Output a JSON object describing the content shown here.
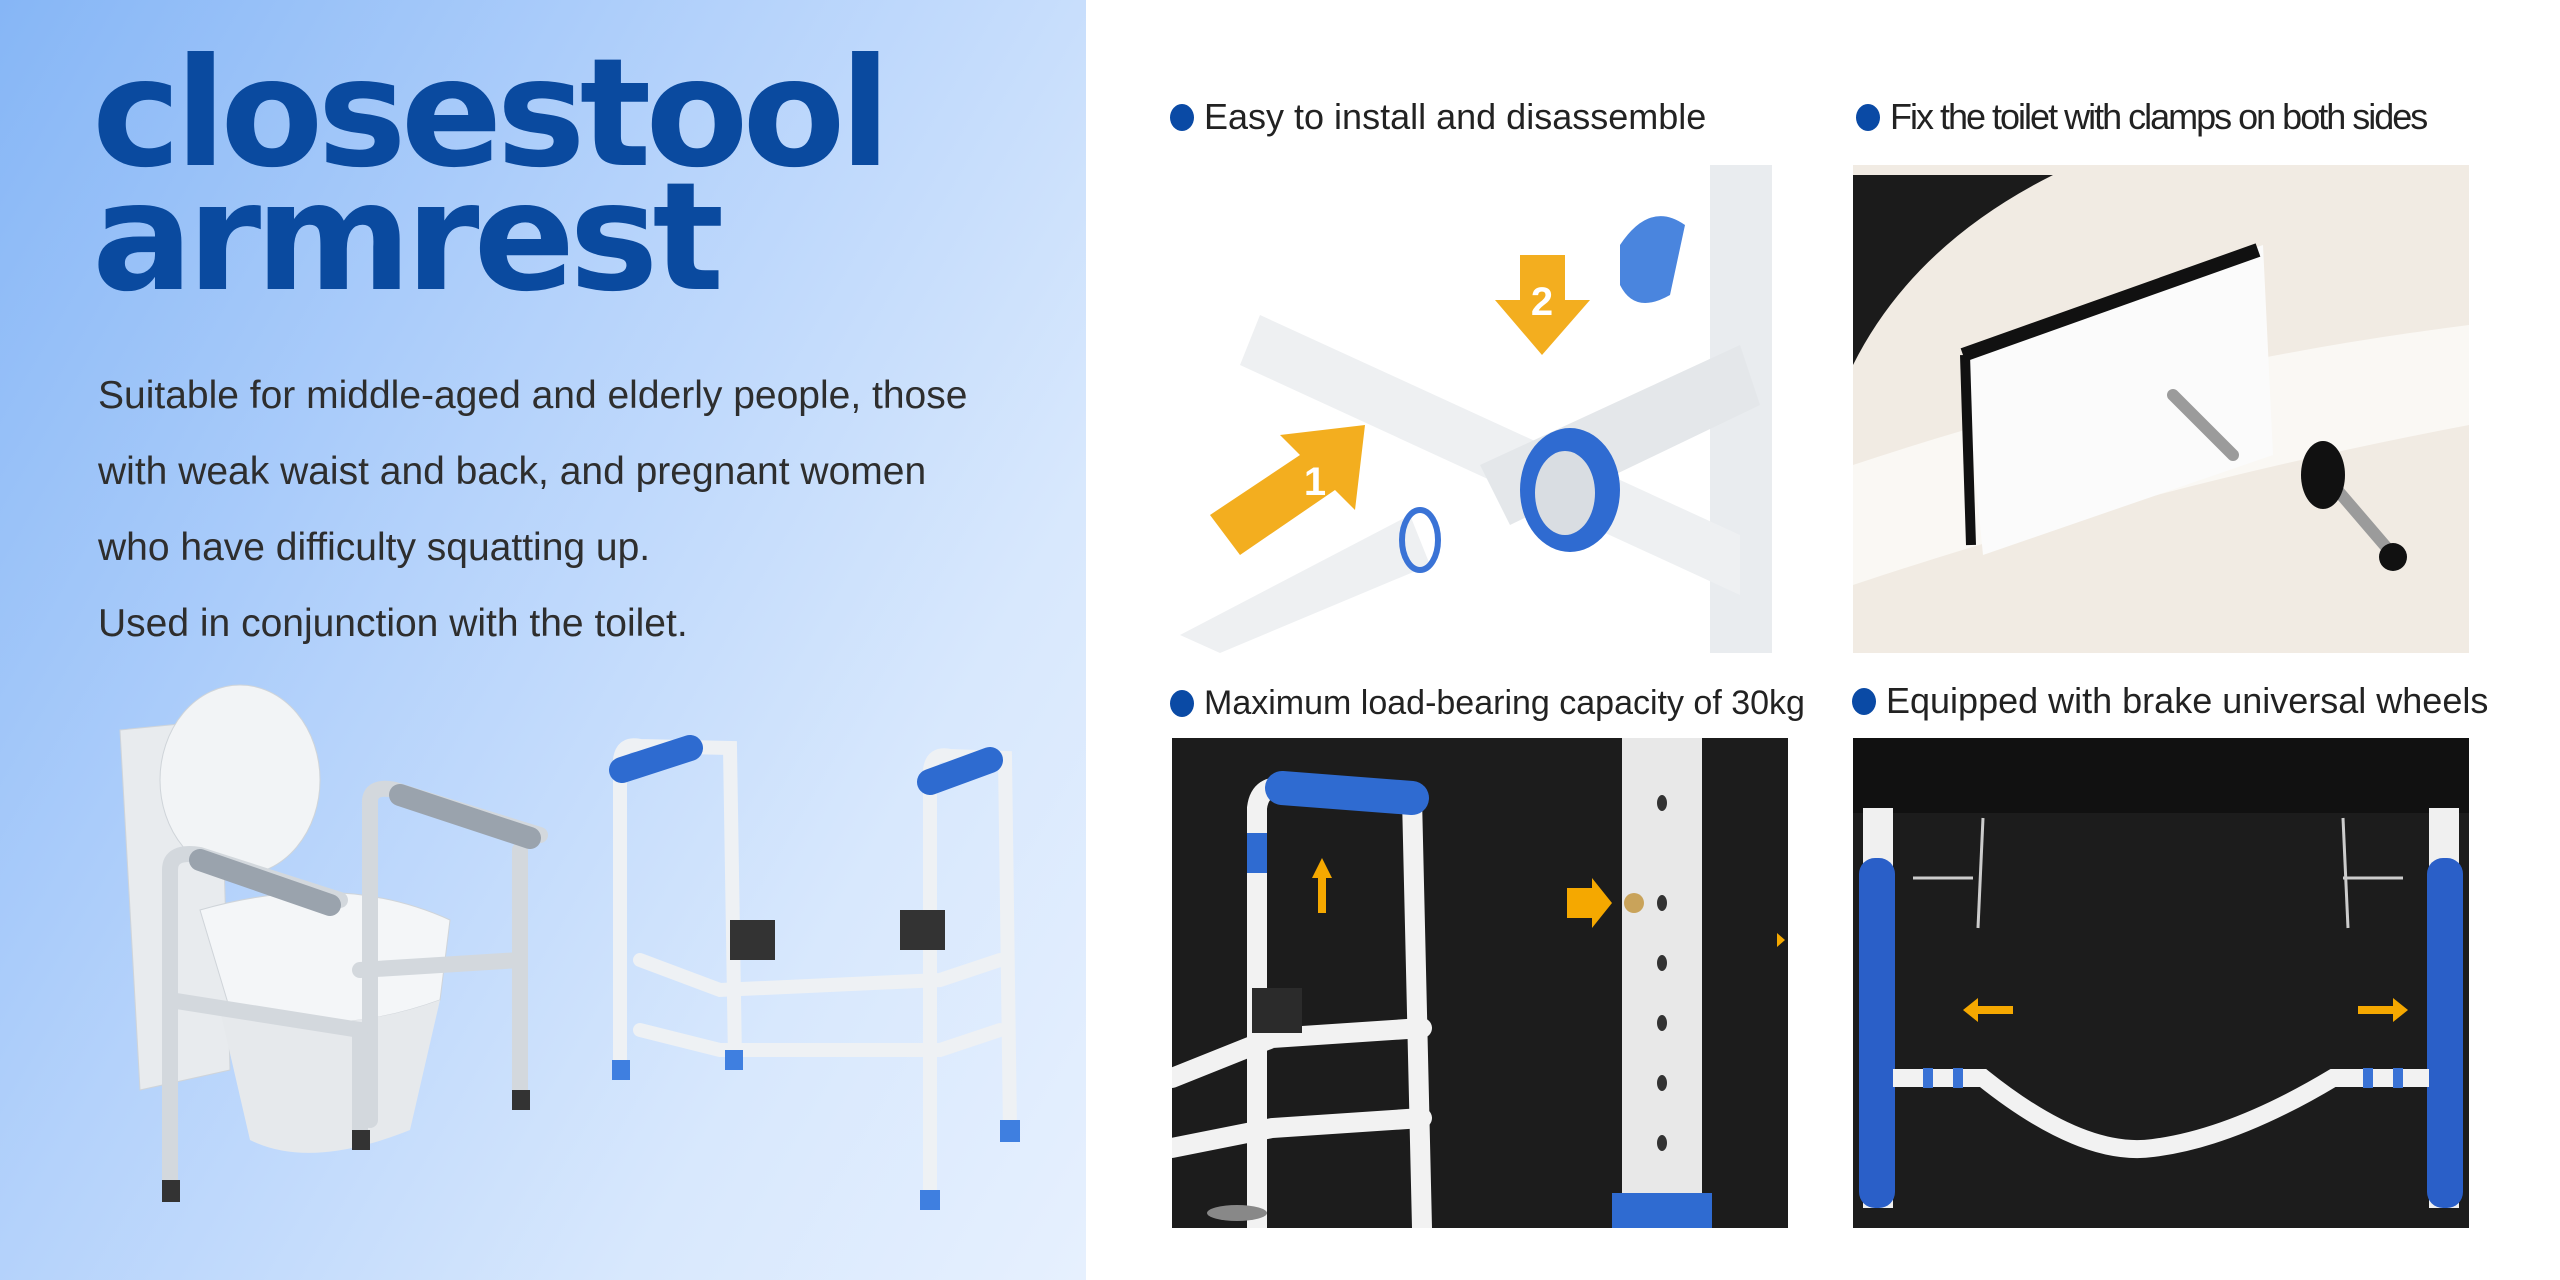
{
  "hero": {
    "title_line1": "closestool",
    "title_line2": "armrest",
    "description": [
      "Suitable for middle-aged and elderly people, those",
      "with weak waist and back, and pregnant women",
      "who have difficulty squatting up.",
      "Used in conjunction with the toilet."
    ]
  },
  "features": [
    {
      "label": "Easy to install and disassemble",
      "steps": [
        "1",
        "2"
      ]
    },
    {
      "label": "Fix the toilet with clamps on both sides"
    },
    {
      "label": "Maximum load-bearing capacity of 30kg"
    },
    {
      "label": "Equipped with brake universal wheels"
    }
  ],
  "colors": {
    "brand_blue": "#0a4a9f",
    "accent_orange": "#f5a800",
    "dark_bg": "#1c1c1c"
  }
}
